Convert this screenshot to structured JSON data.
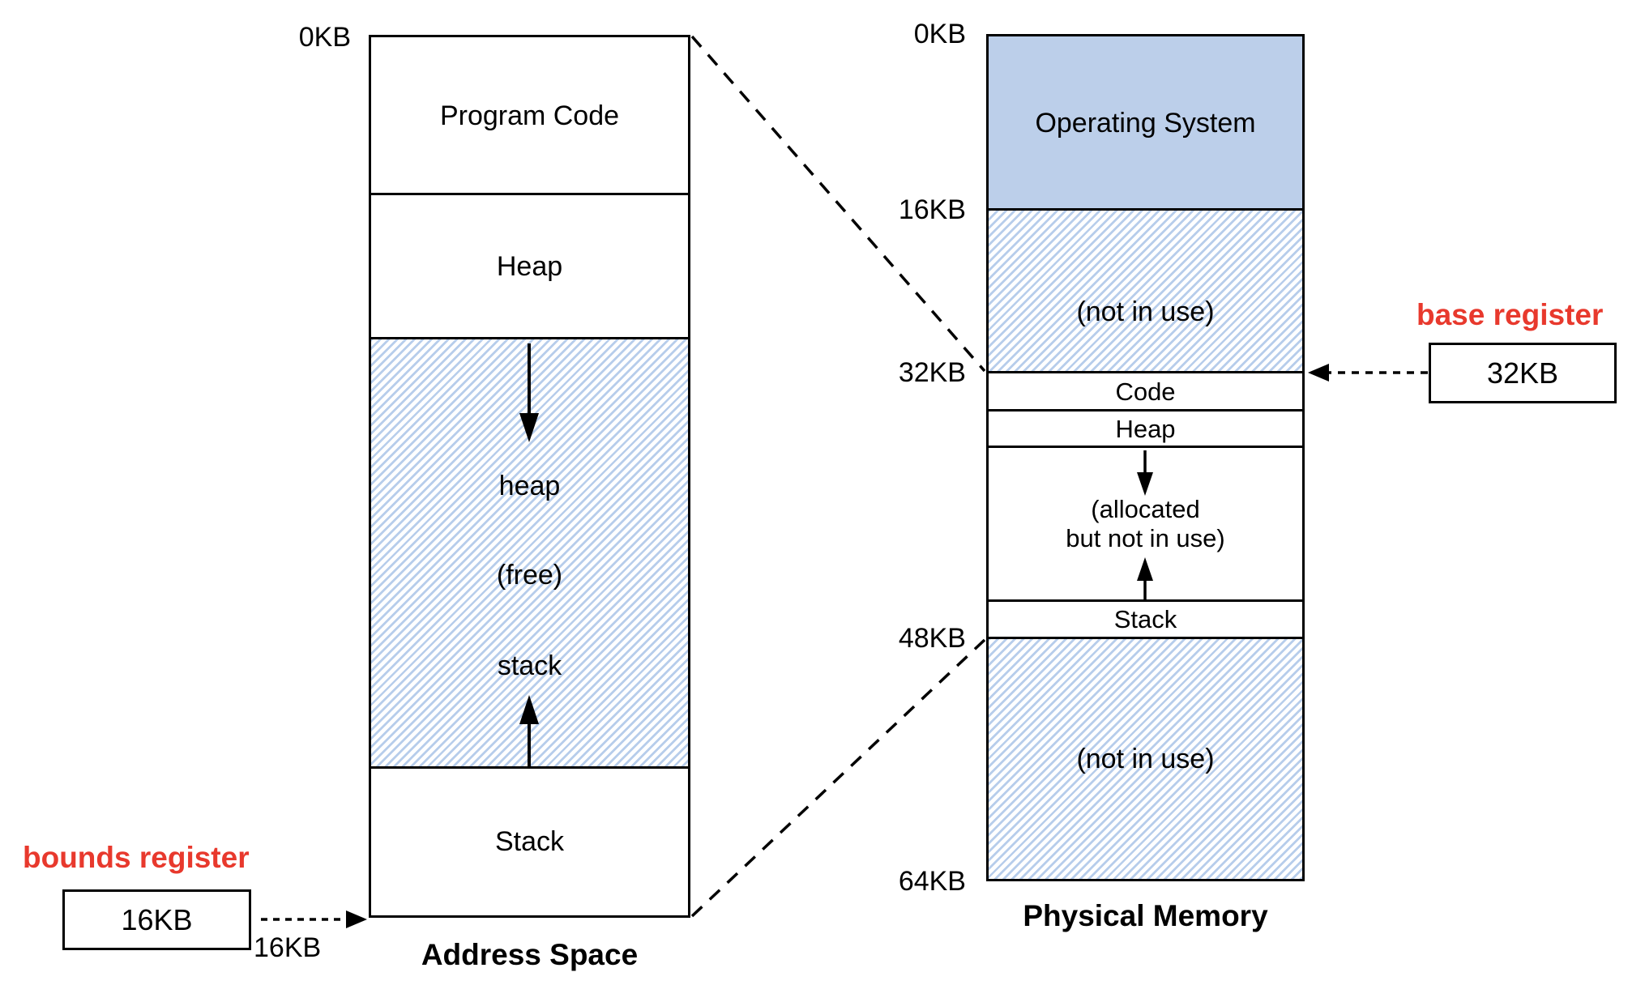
{
  "colors": {
    "solid_blue": "#bccfea",
    "hatch_stripe_blue": "#b7cdeb",
    "register_label_red": "#e8392d",
    "line_black": "#000000"
  },
  "address_space": {
    "title": "Address Space",
    "tick_top": "0KB",
    "regions": {
      "program_code": "Program Code",
      "heap": "Heap",
      "hatched": {
        "heap": "heap",
        "free": "(free)",
        "stack": "stack"
      },
      "stack": "Stack"
    }
  },
  "physical_memory": {
    "title": "Physical Memory",
    "ticks": [
      "0KB",
      "16KB",
      "32KB",
      "48KB",
      "64KB"
    ],
    "regions": {
      "os": "Operating System",
      "not_in_use_top": "(not in use)",
      "code": "Code",
      "heap": "Heap",
      "allocated_line1": "(allocated",
      "allocated_line2": "but not in use)",
      "stack": "Stack",
      "not_in_use_bottom": "(not in use)"
    }
  },
  "bounds_register": {
    "label": "bounds register",
    "value": "16KB",
    "pointer_label": "16KB"
  },
  "base_register": {
    "label": "base register",
    "value": "32KB"
  }
}
